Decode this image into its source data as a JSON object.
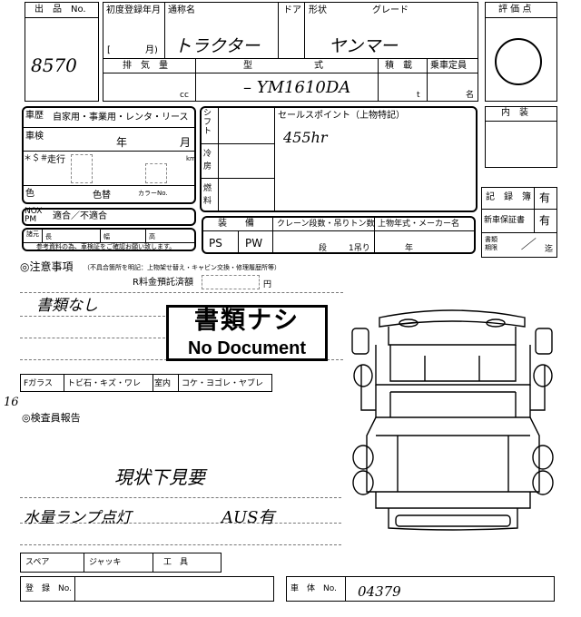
{
  "header": {
    "lot_label": "出　品　No.",
    "lot_number": "8570",
    "first_reg_label": "初度登録年月",
    "month_label": "月)",
    "name_label": "通称名",
    "name_value": "トラクター",
    "door_label": "ドア",
    "shape_label": "形状",
    "grade_label": "グレード",
    "grade_value": "ヤンマー",
    "displacement_label": "排　気　量",
    "cc_unit": "cc",
    "model_label_left": "型",
    "model_label_right": "式",
    "model_value": "– YM1610DA",
    "load_label": "積　載",
    "load_unit": "t",
    "capacity_label": "乗車定員",
    "capacity_unit": "名",
    "score_label": "評 価 点",
    "score_value": "0"
  },
  "history": {
    "history_label": "車歴",
    "history_value": "自家用・事業用・レンタ・リース",
    "inspection_label": "車検",
    "year_label": "年",
    "month_label": "月",
    "mileage_mark": "＊＄＃",
    "mileage_label": "走行",
    "km_unit": "km",
    "color_label": "色",
    "color_change_label": "色替",
    "color_no_label": "カラーNo."
  },
  "misc": {
    "shift_label": "シフト",
    "ac_label": "冷房",
    "fuel_label": "燃料",
    "sales_point_label": "セールスポイント（上物特記）",
    "sales_point_value": "455hr",
    "interior_label": "内　装",
    "nox_label": "NOX\nPM",
    "nox_value": "適合／不適合",
    "record_label": "記　録　簿",
    "record_value": "有",
    "warranty_label": "新車保証書",
    "warranty_value": "有",
    "doc_period_label": "書類\n期限",
    "doc_period_slash": "／",
    "doc_period_unit": "迄",
    "equip_label": "装　　備",
    "equip_ps": "PS",
    "equip_pw": "PW",
    "crane_label": "クレーン段数・吊りトン数",
    "crane_steps": "段",
    "crane_tons": "1吊り",
    "upper_label": "上物年式・メーカー名",
    "upper_year": "年",
    "dims_length": "長",
    "dims_width": "幅",
    "dims_height": "高",
    "dims_note": "参考資料の為、車検証をご確認お願い致します。",
    "dims_key": "諸元"
  },
  "notes": {
    "caution_label": "◎注意事項",
    "caution_detail": "（不具合箇所を明記：上物架せ替え・キャビン交換・修理履歴所等）",
    "recycle_label": "R料金預託済額",
    "recycle_unit": "円",
    "handwritten_note": "書類なし",
    "stamp_title": "書類ナシ",
    "stamp_subtitle": "No Document",
    "glass_label": "Fガラス",
    "stone_label": "トビ石・キズ・ワレ",
    "cabin_label": "室内",
    "dirt_label": "コケ・ヨゴレ・ヤブレ",
    "page_mark": "16",
    "inspector_label": "◎検査員報告",
    "inspector_line1": "現状下見要",
    "inspector_line2a": "水量ランプ点灯",
    "inspector_line2b": "AUS有"
  },
  "footer": {
    "spare_label": "スペア",
    "jack_label": "ジャッキ",
    "tools_label": "工　具",
    "reg_label": "登　録　No.",
    "chassis_label": "車　体　No.",
    "chassis_value": "04379"
  }
}
